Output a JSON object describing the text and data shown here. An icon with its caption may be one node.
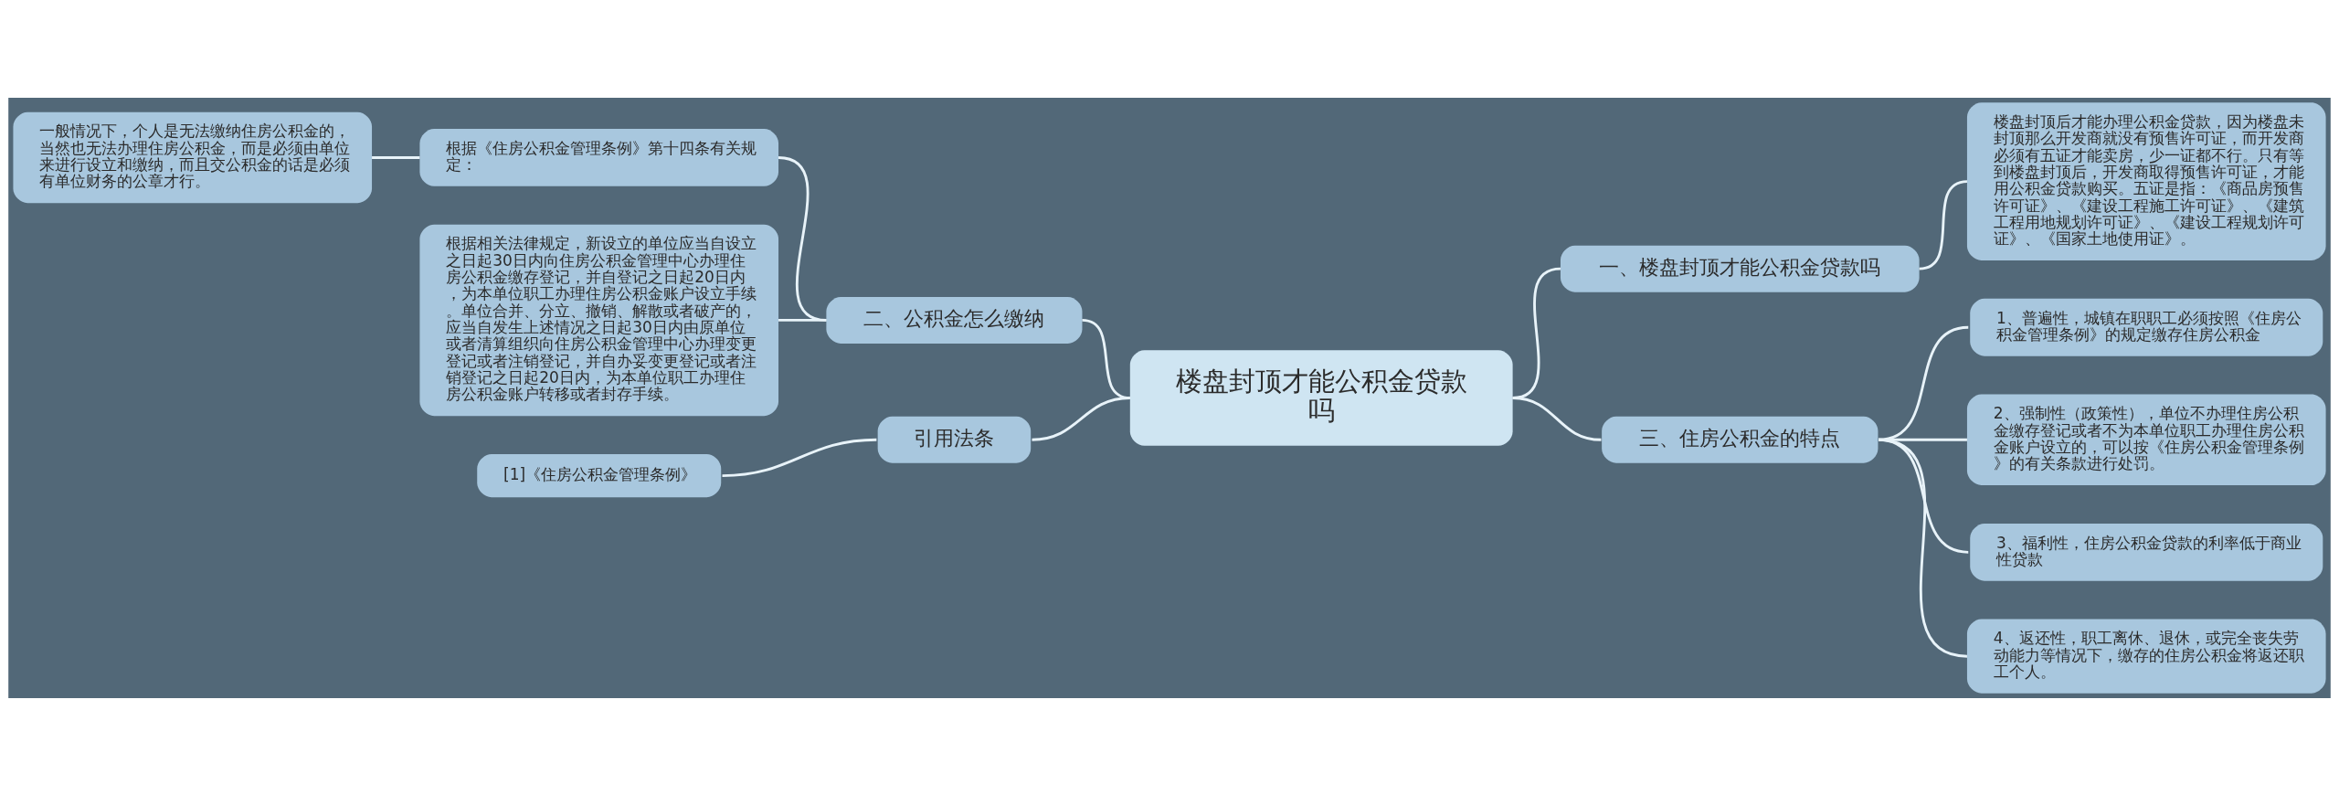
{
  "diagram": {
    "nodes": [
      {
        "text": [
          "楼盘封顶才能公积金贷款吗"
        ]
      },
      {
        "text": [
          "一、楼盘封顶才能公积金贷款吗"
        ]
      },
      {
        "text": [
          "楼盘封顶后才能办理公积金贷款，因为楼盘未封顶那么开发商就没有预售许可证，而开发商必须有五证才能卖房，少一证都不行。只有等到楼盘封顶后，开发商取得预售许可证，才能用公积金贷款购买。五证是指：《商品房预售许可证》、《建设工程施工许可证》、《建筑工程用地规划许可证》、《建设工程规划许可证》、《国家土地使用证》。"
        ]
      },
      {
        "text": [
          "二、公积金怎么缴纳"
        ]
      },
      {
        "text": [
          "根据《住房公积金管理条例》第十四条有关规定："
        ]
      },
      {
        "text": [
          "一般情况下，个人是无法缴纳住房公积金的，当然也无法办理住房公积金，而是必须由单位来进行设立和缴纳，而且交公积金的话是必须有单位财务的公章才行。"
        ]
      },
      {
        "text": [
          "根据相关法律规定，新设立的单位应当自设立之日起30日内向住房公积金管理中心办理住房公积金缴存登记，并自登记之日起20日内，为本单位职工办理住房公积金账户设立手续。单位合并、分立、撤销、解散或者破产的，应当自发生上述情况之日起30日内由原单位或者清算组织向住房公积金管理中心办理变更登记或者注销登记，并自办妥变更登记或者注销登记之日起20日内，为本单位职工办理住房公积金账户转移或者封存手续。"
        ]
      },
      {
        "text": [
          "引用法条"
        ]
      },
      {
        "text": [
          "[1]《住房公积金管理条例》"
        ]
      },
      {
        "text": [
          "三、住房公积金的特点"
        ]
      },
      {
        "text": [
          "1、普遍性，城镇在职职工必须按照《住房公积金管理条例》的规定缴存住房公积金"
        ]
      },
      {
        "text": [
          "2、强制性（政策性），单位不办理住房公积金缴存登记或者不为本单位职工办理住房公积金账户设立的，可以按《住房公积金管理条例》的有关条款进行处罚。"
        ]
      },
      {
        "text": [
          "3、福利性，住房公积金贷款的利率低于商业性贷款"
        ]
      },
      {
        "text": [
          "4、返还性，职工离休、退休，或完全丧失劳动能力等情况下，缴存的住房公积金将返还职工个人。"
        ]
      }
    ],
    "edges": [
      {
        "from": 0,
        "to": 1,
        "arrow": "none"
      },
      {
        "from": 1,
        "to": 2,
        "arrow": "none"
      },
      {
        "from": 3,
        "to": 0,
        "arrow": "none"
      },
      {
        "from": 4,
        "to": 3,
        "arrow": "none"
      },
      {
        "from": 5,
        "to": 4,
        "arrow": "none"
      },
      {
        "from": 6,
        "to": 3,
        "arrow": "none"
      },
      {
        "from": 7,
        "to": 0,
        "arrow": "none"
      },
      {
        "from": 8,
        "to": 7,
        "arrow": "none"
      },
      {
        "from": 0,
        "to": 9,
        "arrow": "none"
      },
      {
        "from": 9,
        "to": 10,
        "arrow": "none"
      },
      {
        "from": 9,
        "to": 11,
        "arrow": "none"
      },
      {
        "from": 9,
        "to": 12,
        "arrow": "none"
      },
      {
        "from": 9,
        "to": 13,
        "arrow": "none"
      }
    ]
  }
}
